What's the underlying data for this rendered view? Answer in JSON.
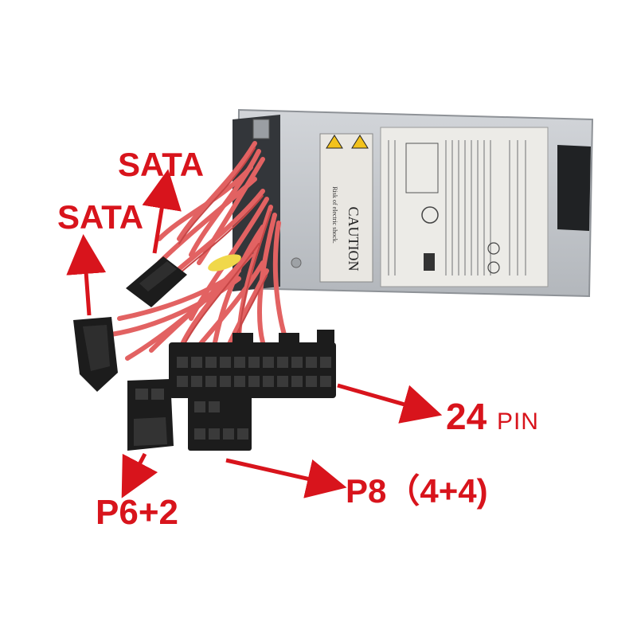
{
  "image": {
    "subject": "SFF power supply unit with red cable harness and connectors",
    "colors": {
      "background": "#ffffff",
      "psu_body": "#c9ccd0",
      "psu_shadow": "#a7abb0",
      "label": "#ebe9e4",
      "cable": "#e56b6b",
      "cable_dark": "#c84c4c",
      "connector": "#1c1c1c",
      "arrow": "#d8141c",
      "callout_text": "#d8141c"
    }
  },
  "psu_label": {
    "caution_text": "CAUTION",
    "warning_line": "Risk of electric shock."
  },
  "callouts": {
    "sata_top": "SATA",
    "sata_left": "SATA",
    "pin24_big": "24",
    "pin24_small": "PIN",
    "p8": "P8（4+4)",
    "p6": "P6+2"
  }
}
